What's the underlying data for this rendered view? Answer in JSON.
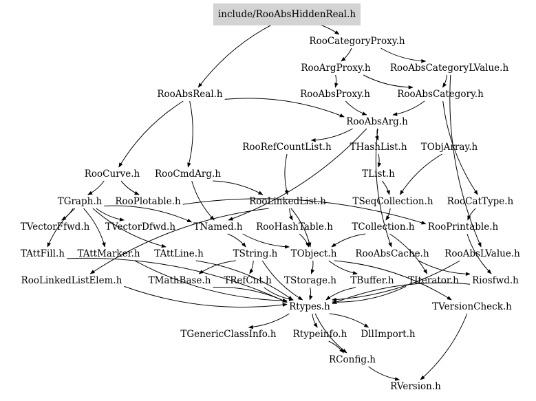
{
  "diagram": {
    "root": "include/RooAbsHiddenReal.h",
    "nodes": [
      {
        "id": "root",
        "label": "include/RooAbsHiddenReal.h",
        "highlighted": true
      },
      {
        "id": "RooCategoryProxy",
        "label": "RooCategoryProxy.h"
      },
      {
        "id": "RooArgProxy",
        "label": "RooArgProxy.h"
      },
      {
        "id": "RooAbsCategoryLValue",
        "label": "RooAbsCategoryLValue.h"
      },
      {
        "id": "RooAbsReal",
        "label": "RooAbsReal.h"
      },
      {
        "id": "RooAbsProxy",
        "label": "RooAbsProxy.h"
      },
      {
        "id": "RooAbsCategory",
        "label": "RooAbsCategory.h"
      },
      {
        "id": "RooAbsArg",
        "label": "RooAbsArg.h"
      },
      {
        "id": "RooRefCountList",
        "label": "RooRefCountList.h"
      },
      {
        "id": "THashList",
        "label": "THashList.h"
      },
      {
        "id": "TObjArray",
        "label": "TObjArray.h"
      },
      {
        "id": "RooCurve",
        "label": "RooCurve.h"
      },
      {
        "id": "RooCmdArg",
        "label": "RooCmdArg.h"
      },
      {
        "id": "TList",
        "label": "TList.h"
      },
      {
        "id": "TGraph",
        "label": "TGraph.h"
      },
      {
        "id": "RooPlotable",
        "label": "RooPlotable.h"
      },
      {
        "id": "RooLinkedList",
        "label": "RooLinkedList.h"
      },
      {
        "id": "TSeqCollection",
        "label": "TSeqCollection.h"
      },
      {
        "id": "RooCatType",
        "label": "RooCatType.h"
      },
      {
        "id": "TVectorFfwd",
        "label": "TVectorFfwd.h"
      },
      {
        "id": "TVectorDfwd",
        "label": "TVectorDfwd.h"
      },
      {
        "id": "TNamed",
        "label": "TNamed.h"
      },
      {
        "id": "RooHashTable",
        "label": "RooHashTable.h"
      },
      {
        "id": "TCollection",
        "label": "TCollection.h"
      },
      {
        "id": "RooPrintable",
        "label": "RooPrintable.h"
      },
      {
        "id": "TAttFill",
        "label": "TAttFill.h"
      },
      {
        "id": "TAttMarker",
        "label": "TAttMarker.h"
      },
      {
        "id": "TAttLine",
        "label": "TAttLine.h"
      },
      {
        "id": "TString",
        "label": "TString.h"
      },
      {
        "id": "TObject",
        "label": "TObject.h"
      },
      {
        "id": "RooAbsCache",
        "label": "RooAbsCache.h"
      },
      {
        "id": "RooAbsLValue",
        "label": "RooAbsLValue.h"
      },
      {
        "id": "RooLinkedListElem",
        "label": "RooLinkedListElem.h"
      },
      {
        "id": "TMathBase",
        "label": "TMathBase.h"
      },
      {
        "id": "TRefCnt",
        "label": "TRefCnt.h"
      },
      {
        "id": "TStorage",
        "label": "TStorage.h"
      },
      {
        "id": "TBuffer",
        "label": "TBuffer.h"
      },
      {
        "id": "TIterator",
        "label": "TIterator.h"
      },
      {
        "id": "Riosfwd",
        "label": "Riosfwd.h"
      },
      {
        "id": "Rtypes",
        "label": "Rtypes.h"
      },
      {
        "id": "TVersionCheck",
        "label": "TVersionCheck.h"
      },
      {
        "id": "TGenericClassInfo",
        "label": "TGenericClassInfo.h"
      },
      {
        "id": "Rtypeinfo",
        "label": "Rtypeinfo.h"
      },
      {
        "id": "DllImport",
        "label": "DllImport.h"
      },
      {
        "id": "RConfig",
        "label": "RConfig.h"
      },
      {
        "id": "RVersion",
        "label": "RVersion.h"
      }
    ],
    "edges": [
      [
        "root",
        "RooCategoryProxy"
      ],
      [
        "root",
        "RooAbsReal"
      ],
      [
        "RooCategoryProxy",
        "RooArgProxy"
      ],
      [
        "RooCategoryProxy",
        "RooAbsCategoryLValue"
      ],
      [
        "RooArgProxy",
        "RooAbsProxy"
      ],
      [
        "RooArgProxy",
        "RooAbsCategory"
      ],
      [
        "RooAbsCategoryLValue",
        "RooAbsCategory"
      ],
      [
        "RooAbsCategoryLValue",
        "RooAbsLValue"
      ],
      [
        "RooAbsReal",
        "RooAbsArg"
      ],
      [
        "RooAbsReal",
        "RooCurve"
      ],
      [
        "RooAbsReal",
        "RooCmdArg"
      ],
      [
        "RooAbsProxy",
        "RooAbsArg"
      ],
      [
        "RooAbsCategory",
        "RooAbsArg"
      ],
      [
        "RooAbsCategory",
        "RooCatType"
      ],
      [
        "RooAbsArg",
        "RooRefCountList"
      ],
      [
        "RooAbsArg",
        "THashList"
      ],
      [
        "RooAbsArg",
        "TNamed"
      ],
      [
        "RooAbsArg",
        "RooAbsCache"
      ],
      [
        "THashList",
        "TList"
      ],
      [
        "TObjArray",
        "TSeqCollection"
      ],
      [
        "TList",
        "TSeqCollection"
      ],
      [
        "RooRefCountList",
        "RooLinkedList"
      ],
      [
        "RooCurve",
        "TGraph"
      ],
      [
        "RooCurve",
        "RooPlotable"
      ],
      [
        "RooCmdArg",
        "RooLinkedList"
      ],
      [
        "RooCmdArg",
        "TNamed"
      ],
      [
        "TGraph",
        "TVectorFfwd"
      ],
      [
        "TGraph",
        "TVectorDfwd"
      ],
      [
        "TGraph",
        "TNamed"
      ],
      [
        "TGraph",
        "TAttFill"
      ],
      [
        "TGraph",
        "TAttMarker"
      ],
      [
        "TGraph",
        "TAttLine"
      ],
      [
        "RooPlotable",
        "RooPrintable"
      ],
      [
        "RooLinkedList",
        "RooHashTable"
      ],
      [
        "RooLinkedList",
        "TObject"
      ],
      [
        "RooLinkedList",
        "RooLinkedListElem"
      ],
      [
        "TSeqCollection",
        "TCollection"
      ],
      [
        "RooCatType",
        "RooPrintable"
      ],
      [
        "TNamed",
        "TString"
      ],
      [
        "TNamed",
        "TObject"
      ],
      [
        "RooHashTable",
        "TObject"
      ],
      [
        "TCollection",
        "TObject"
      ],
      [
        "TCollection",
        "TIterator"
      ],
      [
        "RooPrintable",
        "Riosfwd"
      ],
      [
        "TAttFill",
        "Rtypes"
      ],
      [
        "TAttMarker",
        "Rtypes"
      ],
      [
        "TAttLine",
        "Rtypes"
      ],
      [
        "TString",
        "TMathBase"
      ],
      [
        "TString",
        "TRefCnt"
      ],
      [
        "TString",
        "Rtypes"
      ],
      [
        "TObject",
        "TStorage"
      ],
      [
        "TObject",
        "TBuffer"
      ],
      [
        "TObject",
        "TVersionCheck"
      ],
      [
        "RooAbsCache",
        "Riosfwd"
      ],
      [
        "RooAbsLValue",
        "Rtypes"
      ],
      [
        "RooLinkedListElem",
        "Rtypes"
      ],
      [
        "TMathBase",
        "Rtypes"
      ],
      [
        "TRefCnt",
        "Rtypes"
      ],
      [
        "TStorage",
        "Rtypes"
      ],
      [
        "TBuffer",
        "Rtypes"
      ],
      [
        "TIterator",
        "Rtypes"
      ],
      [
        "Riosfwd",
        "Rtypes"
      ],
      [
        "Rtypes",
        "TGenericClassInfo"
      ],
      [
        "Rtypes",
        "Rtypeinfo"
      ],
      [
        "Rtypes",
        "DllImport"
      ],
      [
        "Rtypes",
        "RConfig"
      ],
      [
        "TVersionCheck",
        "RVersion"
      ],
      [
        "RConfig",
        "RVersion"
      ],
      [
        "Rtypeinfo",
        "RConfig"
      ]
    ]
  },
  "colors": {
    "root_fill": "#d3d3d3",
    "edge": "#000000",
    "text": "#000000",
    "background": "#ffffff"
  }
}
